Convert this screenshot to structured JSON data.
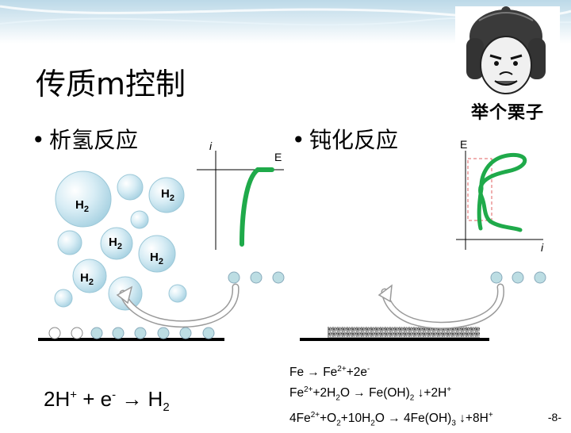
{
  "slide": {
    "title": "传质m控制",
    "page_number": "-8-"
  },
  "left": {
    "bullet": "析氢反应",
    "bubble_label_main": "H",
    "bubble_label_sub": "2",
    "axis_i": "i",
    "axis_E": "E",
    "equation": {
      "a": "2H",
      "a_sup": "+",
      "b": " + e",
      "b_sup": "-",
      "c": " → H",
      "c_sub": "2"
    }
  },
  "right": {
    "bullet": "钝化反应",
    "axis_E": "E",
    "axis_i": "i",
    "reactions": [
      "Fe → Fe2++2e-",
      "Fe2++2H2O → Fe(OH)2↓+2H+",
      "4Fe2++O2+10H2O → 4Fe(OH)3↓+8H+"
    ]
  },
  "meme": {
    "caption": "举个栗子"
  },
  "colors": {
    "curve": "#1faa4a",
    "bubble_fill": "#cfe6ef",
    "bubble_edge": "#9cc8d8",
    "ion": "#bcdde3",
    "limit_box": "#e06060"
  }
}
